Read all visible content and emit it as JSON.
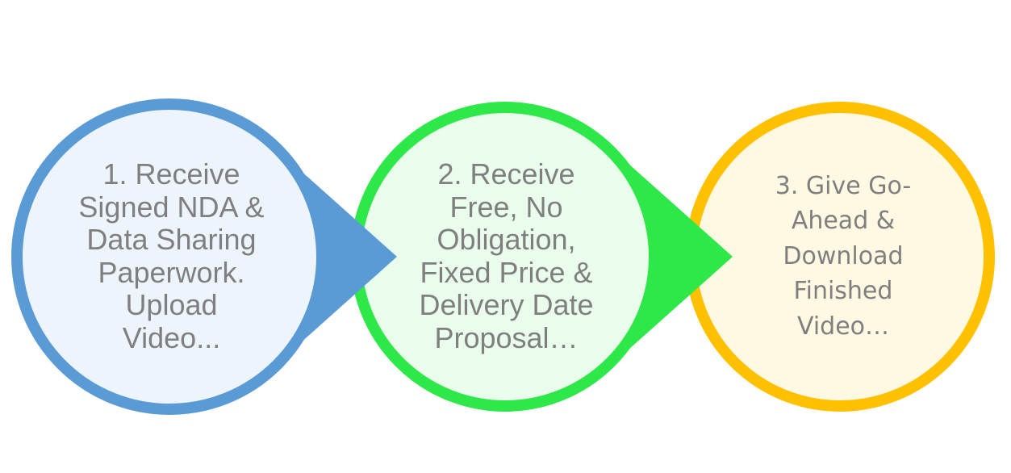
{
  "steps": [
    {
      "label": "1. Receive\nSigned NDA &\nData Sharing\nPaperwork.\nUpload\nVideo...",
      "color": "#5b9bd5",
      "fill": "#eef4fb"
    },
    {
      "label": "2. Receive\nFree, No\nObligation,\nFixed Price &\nDelivery Date\nProposal…",
      "color": "#2ee84a",
      "fill": "#eafdec"
    },
    {
      "label": "3. Give Go-\nAhead &\nDownload\nFinished\nVideo…",
      "color": "#ffc000",
      "fill": "#fff8e3"
    }
  ]
}
